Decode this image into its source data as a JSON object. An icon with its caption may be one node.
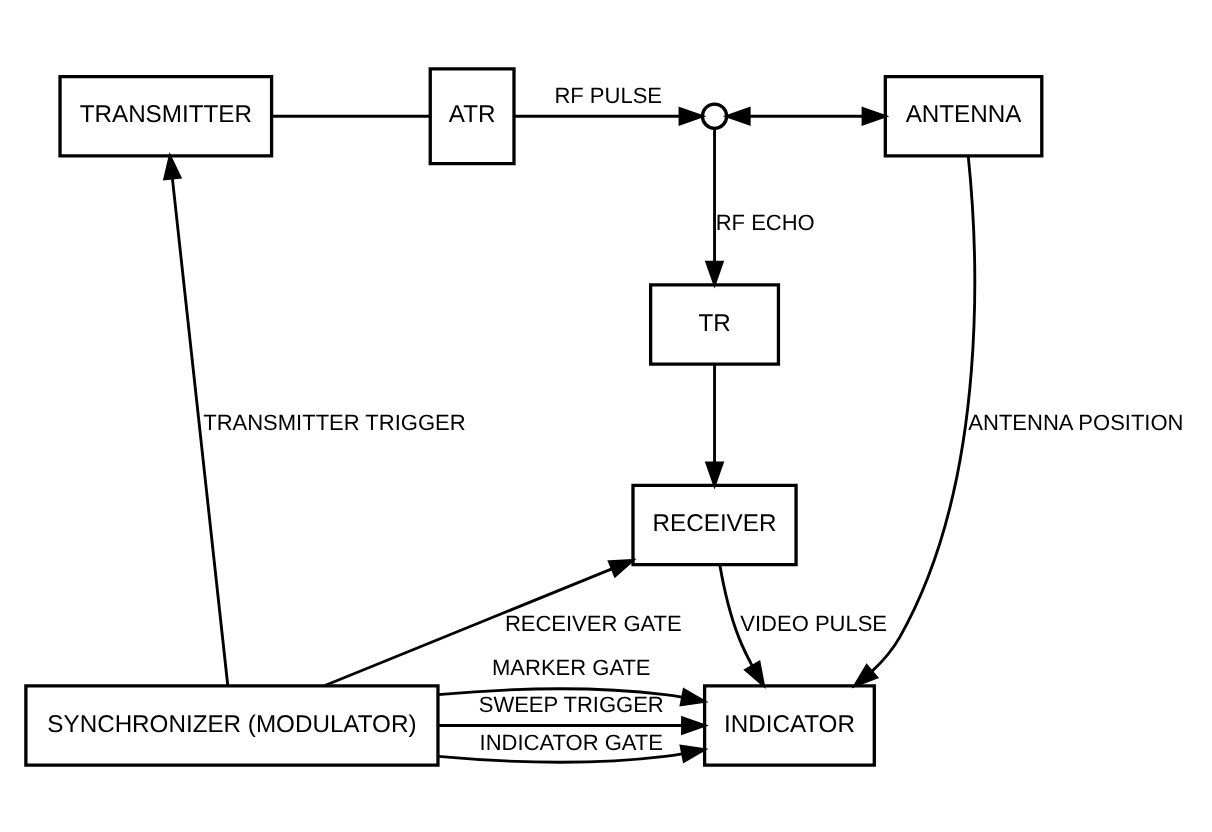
{
  "diagram": {
    "nodes": [
      {
        "text": [
          "TRANSMITTER"
        ]
      },
      {
        "text": [
          "ATR"
        ]
      },
      {
        "text": [],
        "shape": "circle"
      },
      {
        "text": [
          "ANTENNA"
        ]
      },
      {
        "text": [
          "TR"
        ]
      },
      {
        "text": [
          "RECEIVER"
        ]
      },
      {
        "text": [
          "SYNCHRONIZER (MODULATOR)"
        ]
      },
      {
        "text": [
          "INDICATOR"
        ]
      }
    ],
    "edges": [
      {
        "from": 0,
        "to": 1,
        "arrow": "none"
      },
      {
        "from": 1,
        "to": 2,
        "arrow": "to",
        "label": "RF PULSE"
      },
      {
        "from": 2,
        "to": 3,
        "arrow": "both"
      },
      {
        "from": 2,
        "to": 4,
        "arrow": "to",
        "label": "RF ECHO"
      },
      {
        "from": 4,
        "to": 5,
        "arrow": "to"
      },
      {
        "from": 5,
        "to": 7,
        "arrow": "to",
        "label": "VIDEO PULSE"
      },
      {
        "from": 3,
        "to": 7,
        "arrow": "to",
        "label": "ANTENNA POSITION"
      },
      {
        "from": 6,
        "to": 0,
        "arrow": "to",
        "label": "TRANSMITTER TRIGGER"
      },
      {
        "from": 6,
        "to": 5,
        "arrow": "to",
        "label": "RECEIVER GATE"
      },
      {
        "from": 6,
        "to": 7,
        "arrow": "to",
        "label": "SWEEP TRIGGER"
      },
      {
        "from": 6,
        "to": 7,
        "arrow": "to",
        "label": "INDICATOR GATE"
      },
      {
        "from": 6,
        "to": 7,
        "arrow": "to",
        "label": "MARKER GATE"
      }
    ]
  }
}
